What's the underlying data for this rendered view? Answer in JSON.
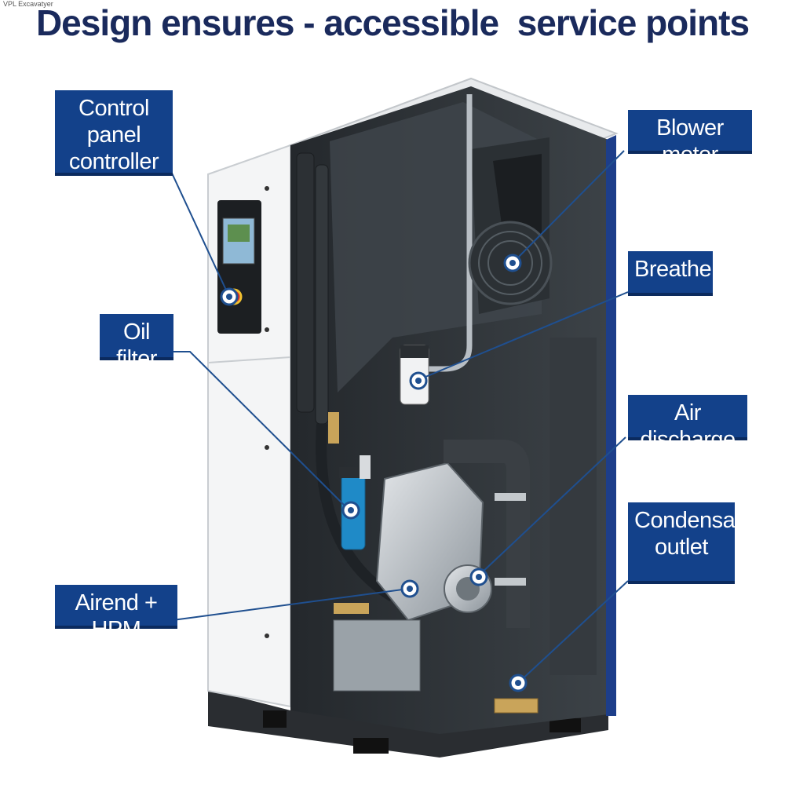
{
  "header": {
    "title": "Design ensures - accessible  service points",
    "corner_text": "VPL Excavatyer"
  },
  "colors": {
    "label_bg": "#13418a",
    "title": "#1a2a5c",
    "leader_line": "#1f4f8f",
    "cabinet_dark": "#2f3439",
    "panel_white": "#f4f5f6"
  },
  "callouts": {
    "control_panel": {
      "line1": "Control panel",
      "line2": "controller",
      "icon": "target-marker-icon"
    },
    "oil_filter": {
      "line1": "Oil filter",
      "icon": "target-marker-icon"
    },
    "airend": {
      "line1": "Airend + HPM",
      "icon": "target-marker-icon"
    },
    "blower_motor": {
      "line1": "Blower motor",
      "icon": "target-marker-icon"
    },
    "breather": {
      "line1": "Breather",
      "icon": "target-marker-icon"
    },
    "air_discharge": {
      "line1": "Air discharge",
      "icon": "target-marker-icon"
    },
    "condensate": {
      "line1": "Condensate",
      "line2": "outlet",
      "icon": "target-marker-icon"
    }
  }
}
